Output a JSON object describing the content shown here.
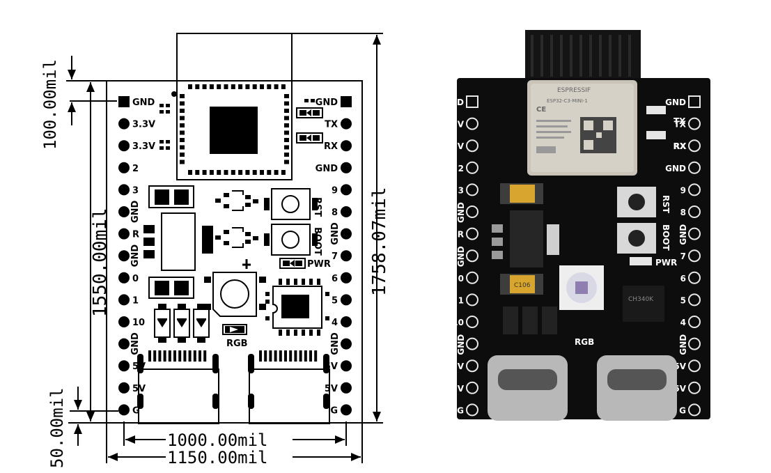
{
  "dimensions": {
    "top_offset": "100.00mil",
    "board_height": "1550.00mil",
    "total_height": "1758.07mil",
    "bottom_offset": "50.00mil",
    "pin_spacing": "1000.00mil",
    "board_width": "1150.00mil"
  },
  "left_pins": [
    "GND",
    "3.3V",
    "3.3V",
    "2",
    "3",
    "GND",
    "R",
    "GND",
    "0",
    "1",
    "10",
    "GND",
    "5V",
    "5V",
    "G"
  ],
  "right_pins": [
    "GND",
    "TX",
    "RX",
    "GND",
    "9",
    "8",
    "GND",
    "7",
    "6",
    "5",
    "4",
    "GND",
    "5V",
    "5V",
    "G"
  ],
  "component_labels": {
    "rst": "RST",
    "boot": "BOOT",
    "pwr": "PWR",
    "rgb": "RGB",
    "tx": "TX",
    "rx": "RX"
  },
  "photo": {
    "module_brand": "ESPRESSIF",
    "module_model": "ESP32-C3-MINI-1",
    "usb_chip": "CH340K",
    "cap_marking": "C106",
    "ce_mark": "CE"
  }
}
